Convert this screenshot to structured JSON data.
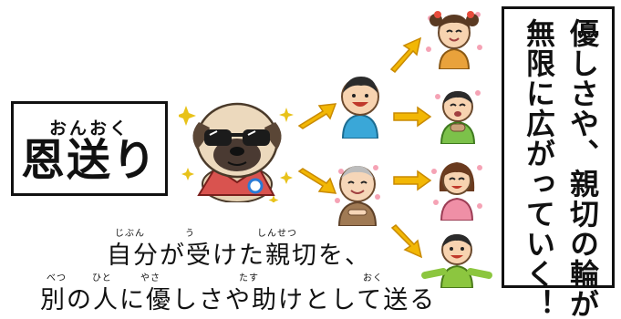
{
  "title": {
    "ruby": "おんおく",
    "main": "恩送り"
  },
  "vertical_message": {
    "column_1": "優しさや、親切の輪が",
    "column_2": "無限に広がっていく！"
  },
  "bottom_text": {
    "line1": "自分が受けた親切を、",
    "line1_ruby": {
      "jibun": "じぶん",
      "u": "う",
      "shinsetsu": "しんせつ"
    },
    "line2": "別の人に優しさや助けとして送る",
    "line2_ruby": {
      "betsu": "べつ",
      "hito": "ひと",
      "yasa": "やさ",
      "tasu": "たす",
      "oku": "おく"
    }
  },
  "colors": {
    "arrow": "#f2b705",
    "arrow_stroke": "#c98a00",
    "text": "#111111"
  }
}
